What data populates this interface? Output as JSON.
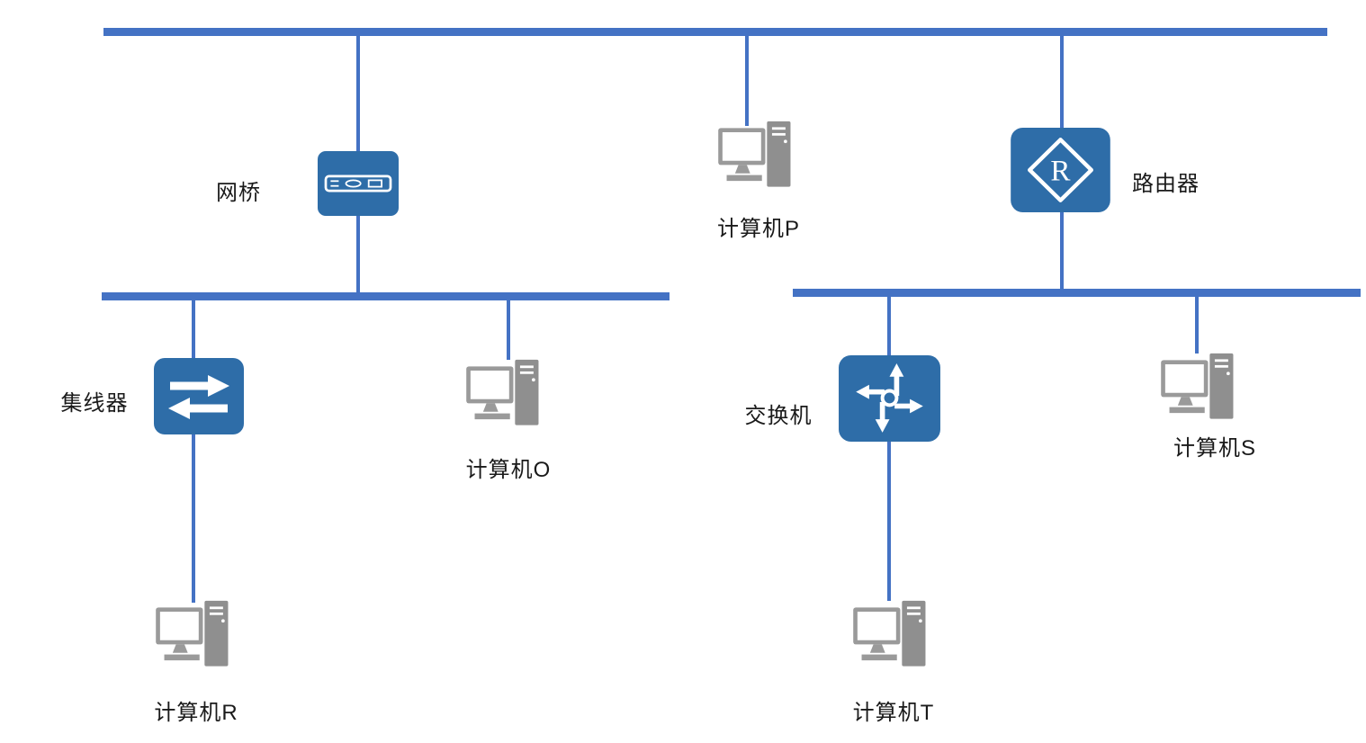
{
  "diagram": {
    "type": "network-topology",
    "colors": {
      "bus_line": "#4472C4",
      "device_blue": "#2E6DA8",
      "computer_gray": "#9A9A9A",
      "label_text": "#1a1a1a"
    },
    "nodes": {
      "bridge": {
        "label": "网桥",
        "kind": "bridge"
      },
      "computer_p": {
        "label": "计算机P",
        "kind": "computer"
      },
      "router": {
        "label": "路由器",
        "kind": "router",
        "glyph": "R"
      },
      "hub": {
        "label": "集线器",
        "kind": "hub"
      },
      "computer_o": {
        "label": "计算机O",
        "kind": "computer"
      },
      "switch": {
        "label": "交换机",
        "kind": "switch"
      },
      "computer_s": {
        "label": "计算机S",
        "kind": "computer"
      },
      "computer_r": {
        "label": "计算机R",
        "kind": "computer"
      },
      "computer_t": {
        "label": "计算机T",
        "kind": "computer"
      }
    },
    "buses": [
      "top-bus",
      "left-lower-bus",
      "right-lower-bus"
    ],
    "edges": [
      {
        "from": "top-bus",
        "to": "bridge"
      },
      {
        "from": "top-bus",
        "to": "computer_p"
      },
      {
        "from": "top-bus",
        "to": "router"
      },
      {
        "from": "bridge",
        "to": "left-lower-bus"
      },
      {
        "from": "router",
        "to": "right-lower-bus"
      },
      {
        "from": "left-lower-bus",
        "to": "hub"
      },
      {
        "from": "left-lower-bus",
        "to": "computer_o"
      },
      {
        "from": "hub",
        "to": "computer_r"
      },
      {
        "from": "right-lower-bus",
        "to": "switch"
      },
      {
        "from": "right-lower-bus",
        "to": "computer_s"
      },
      {
        "from": "switch",
        "to": "computer_t"
      }
    ]
  }
}
